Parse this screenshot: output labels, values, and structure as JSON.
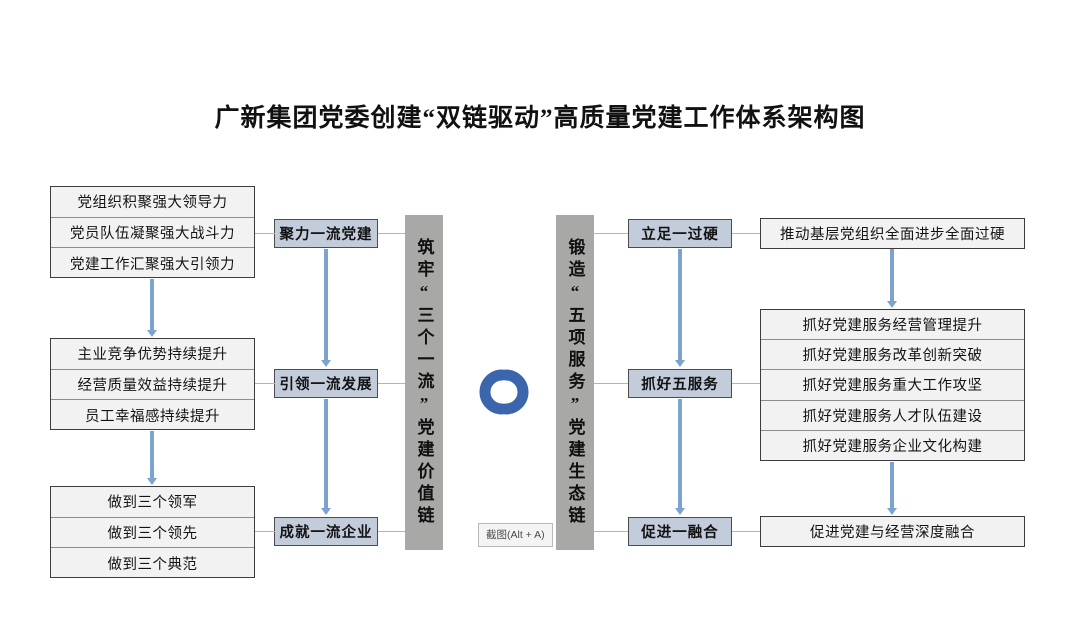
{
  "page": {
    "title": "广新集团党委创建“双链驱动”高质量党建工作体系架构图",
    "background_color": "#ffffff"
  },
  "colors": {
    "pillar_fill": "#c3ccdb",
    "chain_fill": "#a8a8a6",
    "box_fill": "#f2f2f2",
    "connector_blue": "#7ba3ce",
    "logo_blue": "#3b66ad",
    "text": "#141414"
  },
  "left_groups": [
    {
      "name": "leadership-group",
      "rows": [
        "党组织积聚强大领导力",
        "党员队伍凝聚强大战斗力",
        "党建工作汇聚强大引领力"
      ]
    },
    {
      "name": "improvement-group",
      "rows": [
        "主业竞争优势持续提升",
        "经营质量效益持续提升",
        "员工幸福感持续提升"
      ]
    },
    {
      "name": "standards-group",
      "rows": [
        "做到三个领军",
        "做到三个领先",
        "做到三个典范"
      ]
    }
  ],
  "left_pillars": [
    {
      "name": "pillar-party-building",
      "label": "聚力一流党建"
    },
    {
      "name": "pillar-development",
      "label": "引领一流发展"
    },
    {
      "name": "pillar-enterprise",
      "label": "成就一流企业"
    }
  ],
  "chains": [
    {
      "name": "value-chain",
      "label": "筑牢“三个一流”党建价值链"
    },
    {
      "name": "ecology-chain",
      "label": "锻造“五项服务”党建生态链"
    }
  ],
  "right_pillars": [
    {
      "name": "pillar-excellence",
      "label": "立足一过硬"
    },
    {
      "name": "pillar-five-services",
      "label": "抓好五服务"
    },
    {
      "name": "pillar-integration",
      "label": "促进一融合"
    }
  ],
  "right_groups": [
    {
      "name": "grassroots-group",
      "rows": [
        "推动基层党组织全面进步全面过硬"
      ]
    },
    {
      "name": "services-group",
      "rows": [
        "抓好党建服务经营管理提升",
        "抓好党建服务改革创新突破",
        "抓好党建服务重大工作攻坚",
        "抓好党建服务人才队伍建设",
        "抓好党建服务企业文化构建"
      ]
    },
    {
      "name": "integration-group",
      "rows": [
        "促进党建与经营深度融合"
      ]
    }
  ],
  "overlay": {
    "screenshot_tooltip": "截图(Alt + A)"
  }
}
